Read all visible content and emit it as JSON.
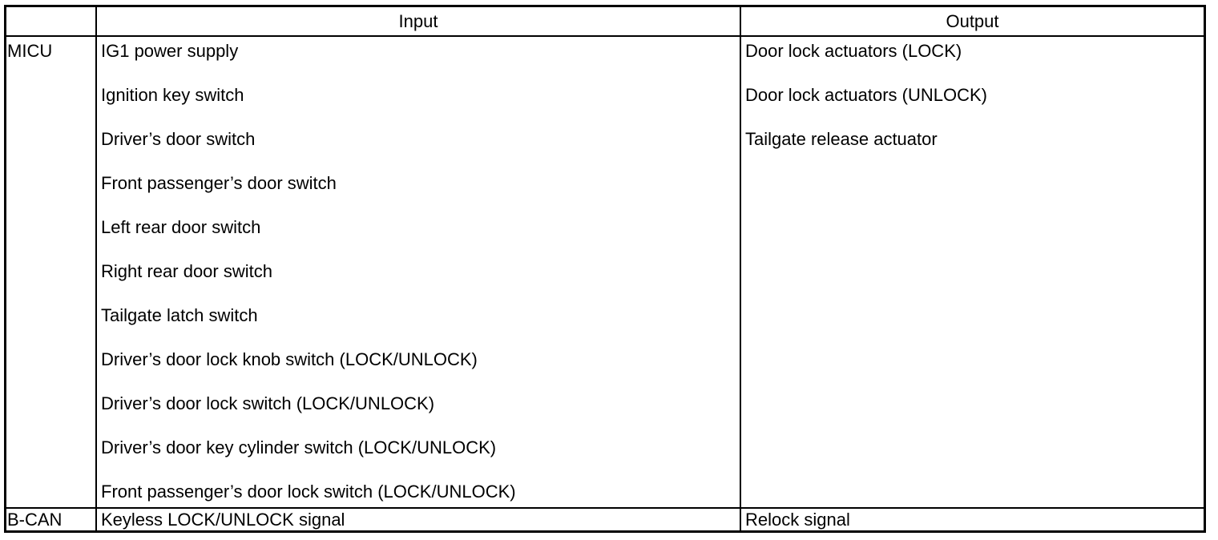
{
  "header": {
    "blank": "",
    "input": "Input",
    "output": "Output"
  },
  "rows": [
    {
      "label": "MICU",
      "inputs": [
        "IG1 power supply",
        "Ignition key switch",
        "Driver’s door switch",
        "Front passenger’s door switch",
        "Left rear door switch",
        "Right rear door switch",
        "Tailgate latch switch",
        "Driver’s door lock knob switch (LOCK/UNLOCK)",
        "Driver’s door lock switch (LOCK/UNLOCK)",
        "Driver’s door key cylinder switch (LOCK/UNLOCK)",
        "Front passenger’s door lock switch (LOCK/UNLOCK)"
      ],
      "outputs": [
        "Door lock actuators (LOCK)",
        "Door lock actuators (UNLOCK)",
        "Tailgate release actuator"
      ]
    },
    {
      "label": "B-CAN",
      "inputs": [
        "Keyless LOCK/UNLOCK signal"
      ],
      "outputs": [
        "Relock signal"
      ]
    }
  ]
}
